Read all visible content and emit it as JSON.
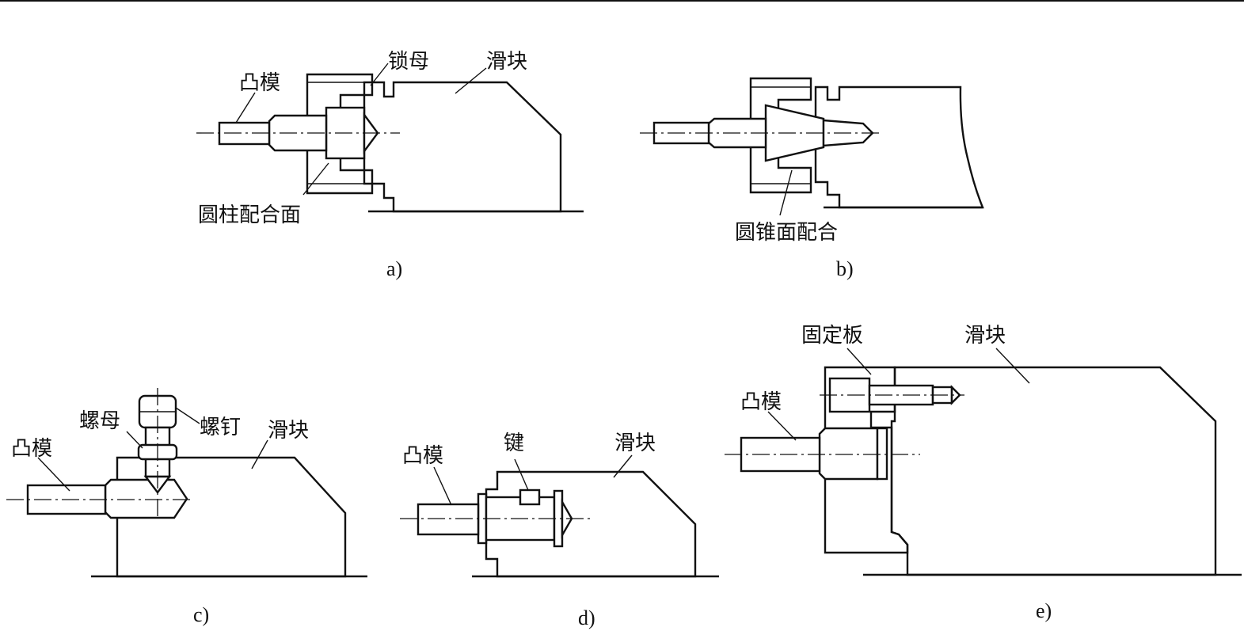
{
  "figures": {
    "a": {
      "caption": "a)",
      "labels": {
        "punch": "凸模",
        "lock_nut": "锁母",
        "slider": "滑块",
        "fit_surface": "圆柱配合面"
      }
    },
    "b": {
      "caption": "b)",
      "labels": {
        "fit_surface": "圆锥面配合"
      }
    },
    "c": {
      "caption": "c)",
      "labels": {
        "nut": "螺母",
        "screw": "螺钉",
        "punch": "凸模",
        "slider": "滑块"
      }
    },
    "d": {
      "caption": "d)",
      "labels": {
        "key": "键",
        "punch": "凸模",
        "slider": "滑块"
      }
    },
    "e": {
      "caption": "e)",
      "labels": {
        "fixing_plate": "固定板",
        "slider": "滑块",
        "punch": "凸模"
      }
    }
  },
  "colors": {
    "line": "#111111",
    "background": "#ffffff"
  }
}
